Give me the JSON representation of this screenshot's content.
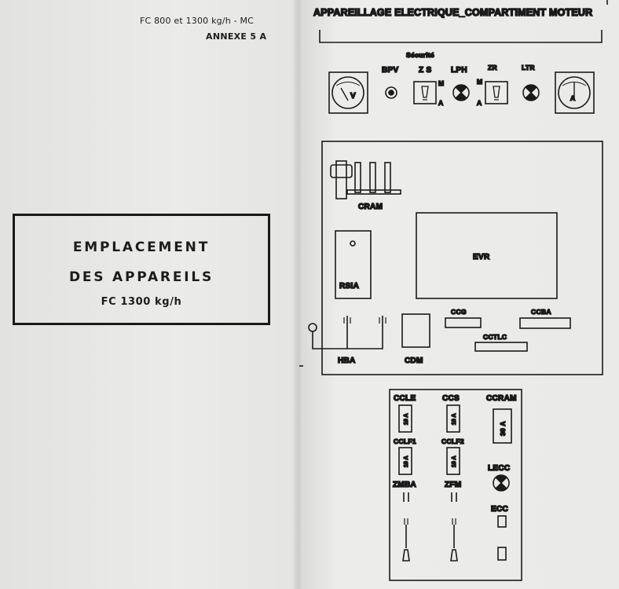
{
  "left_page": {
    "reference_line": "FC 800 et 1300 kg/h - MC",
    "annex_label": "ANNEXE 5 A",
    "title_box": {
      "line1": "EMPLACEMENT",
      "line2": "DES APPAREILS",
      "line3": "FC 1300 kg/h"
    }
  },
  "right_page": {
    "heading": "APPAREILLAGE ELECTRIQUE_COMPARTIMENT MOTEUR",
    "top_panel": {
      "securite_label": "Sécurité",
      "bpv": "BPV",
      "zs": "Z S",
      "lph": "LPH",
      "zr": "ZR",
      "ltr": "LTR",
      "switch_m": "M",
      "switch_a": "A",
      "voltmeter_symbol": "V",
      "ammeter_symbol": "A"
    },
    "main_panel": {
      "cram": "CRAM",
      "evr": "EVR",
      "rsia": "RSIA",
      "ccg": "CCG",
      "ccba": "CCBA",
      "cctlc": "CCTLC",
      "hba": "HBA",
      "cdm": "CDM"
    },
    "fuse_panel": {
      "ccle": "CCLE",
      "ccs": "CCS",
      "ccram": "CCRAM",
      "cclf1": "CCLF1",
      "cclf2": "CCLF2",
      "lecc": "LECC",
      "zmba": "ZMBA",
      "zfm": "ZFM",
      "ecc": "ECC",
      "fuse_10a": "10 A",
      "fuse_30a": "30 A"
    }
  }
}
